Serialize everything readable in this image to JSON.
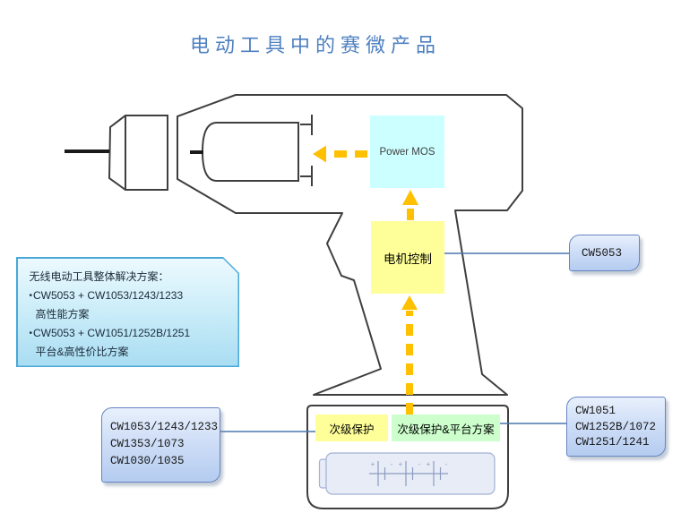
{
  "title": "电动工具中的赛微产品",
  "boxes": {
    "power_mos": "Power MOS",
    "motor_control": "电机控制",
    "secondary_protection": "次级保护",
    "secondary_platform": "次级保护&平台方案"
  },
  "callouts": {
    "cw5053": {
      "lines": [
        "CW5053"
      ]
    },
    "protection_chips": {
      "lines": [
        "CW1053/1243/1233",
        "CW1353/1073",
        "CW1030/1035"
      ]
    },
    "platform_chips": {
      "lines": [
        "CW1051",
        "CW1252B/1072",
        "CW1251/1241"
      ]
    }
  },
  "solution_box": {
    "title": "无线电动工具整体解决方案：",
    "bullet": "•",
    "items": [
      {
        "line1": "CW5053 + CW1053/1243/1233",
        "line2": "高性能方案"
      },
      {
        "line1": "CW5053 + CW1051/1252B/1251",
        "line2": "平台&高性价比方案"
      }
    ]
  },
  "battery": {
    "cells": [
      {
        "pos": "+",
        "neg": "-"
      },
      {
        "pos": "+",
        "neg": "-"
      },
      {
        "pos": "+",
        "neg": "-"
      }
    ]
  },
  "colors": {
    "title_blue": "#4E80C0",
    "arrow_yellow": "#FFC000",
    "box_cyan": "#CCFFFF",
    "box_yellow": "#FFFF99",
    "box_green": "#CCFFCC",
    "connector_blue": "#4A77AD",
    "outline_dark": "#3F3F3F",
    "callout_fill_top": "#E8F0FC",
    "callout_fill_bottom": "#B4CCF0",
    "note_fill_top": "#ECF9FE",
    "note_fill_bottom": "#A9DDF2"
  }
}
